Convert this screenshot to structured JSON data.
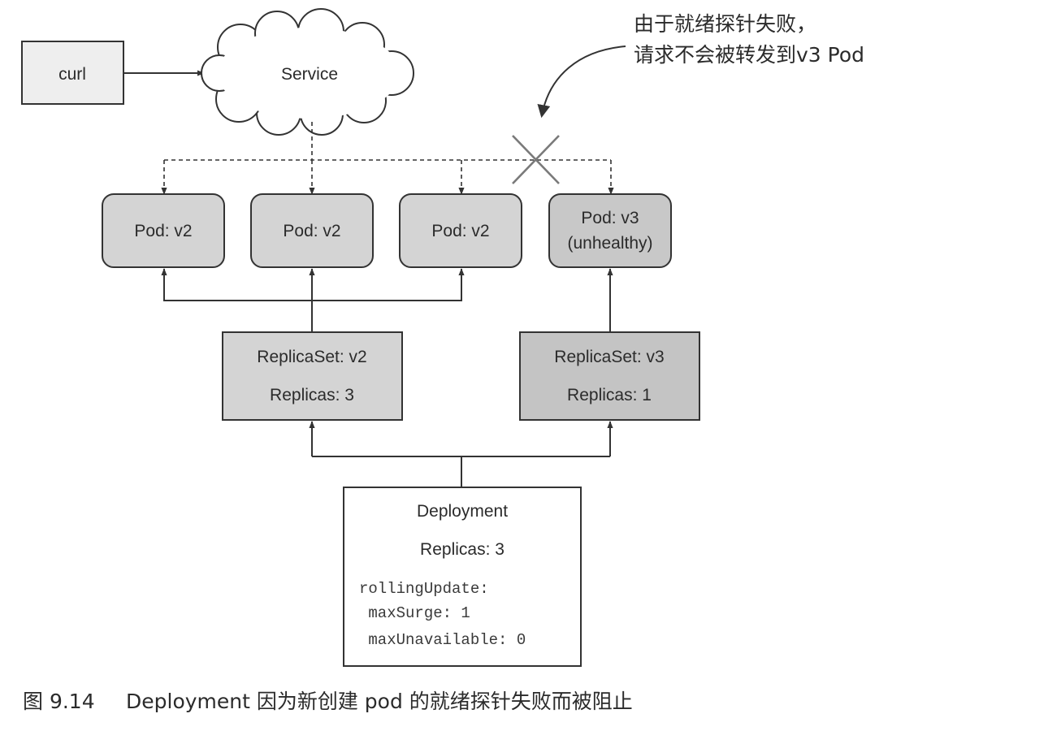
{
  "colors": {
    "curl_fill": "#eeeeee",
    "pod_v2_fill": "#d4d4d4",
    "pod_v3_fill": "#c8c8c8",
    "replicaset_v2_fill": "#d4d4d4",
    "replicaset_v3_fill": "#c4c4c4",
    "deployment_fill": "#ffffff",
    "cross_mark": "#7a7a7a",
    "stroke": "#333333"
  },
  "curl": {
    "label": "curl"
  },
  "service": {
    "label": "Service"
  },
  "pods": [
    {
      "lines": [
        "Pod: v2"
      ]
    },
    {
      "lines": [
        "Pod: v2"
      ]
    },
    {
      "lines": [
        "Pod: v2"
      ]
    },
    {
      "lines": [
        "Pod: v3",
        "(unhealthy)"
      ]
    }
  ],
  "replicasets": [
    {
      "name": "ReplicaSet: v2",
      "replicas": "Replicas: 3"
    },
    {
      "name": "ReplicaSet: v3",
      "replicas": "Replicas: 1"
    }
  ],
  "deployment": {
    "title": "Deployment",
    "replicas": "Replicas: 3",
    "config": [
      "rollingUpdate:",
      " maxSurge: 1",
      " maxUnavailable: 0"
    ]
  },
  "annotation": {
    "lines": [
      "由于就绪探针失败，",
      "请求不会被转发到v3 Pod"
    ]
  },
  "caption": {
    "figure_number": "图 9.14",
    "text": "Deployment 因为新创建 pod 的就绪探针失败而被阻止"
  }
}
